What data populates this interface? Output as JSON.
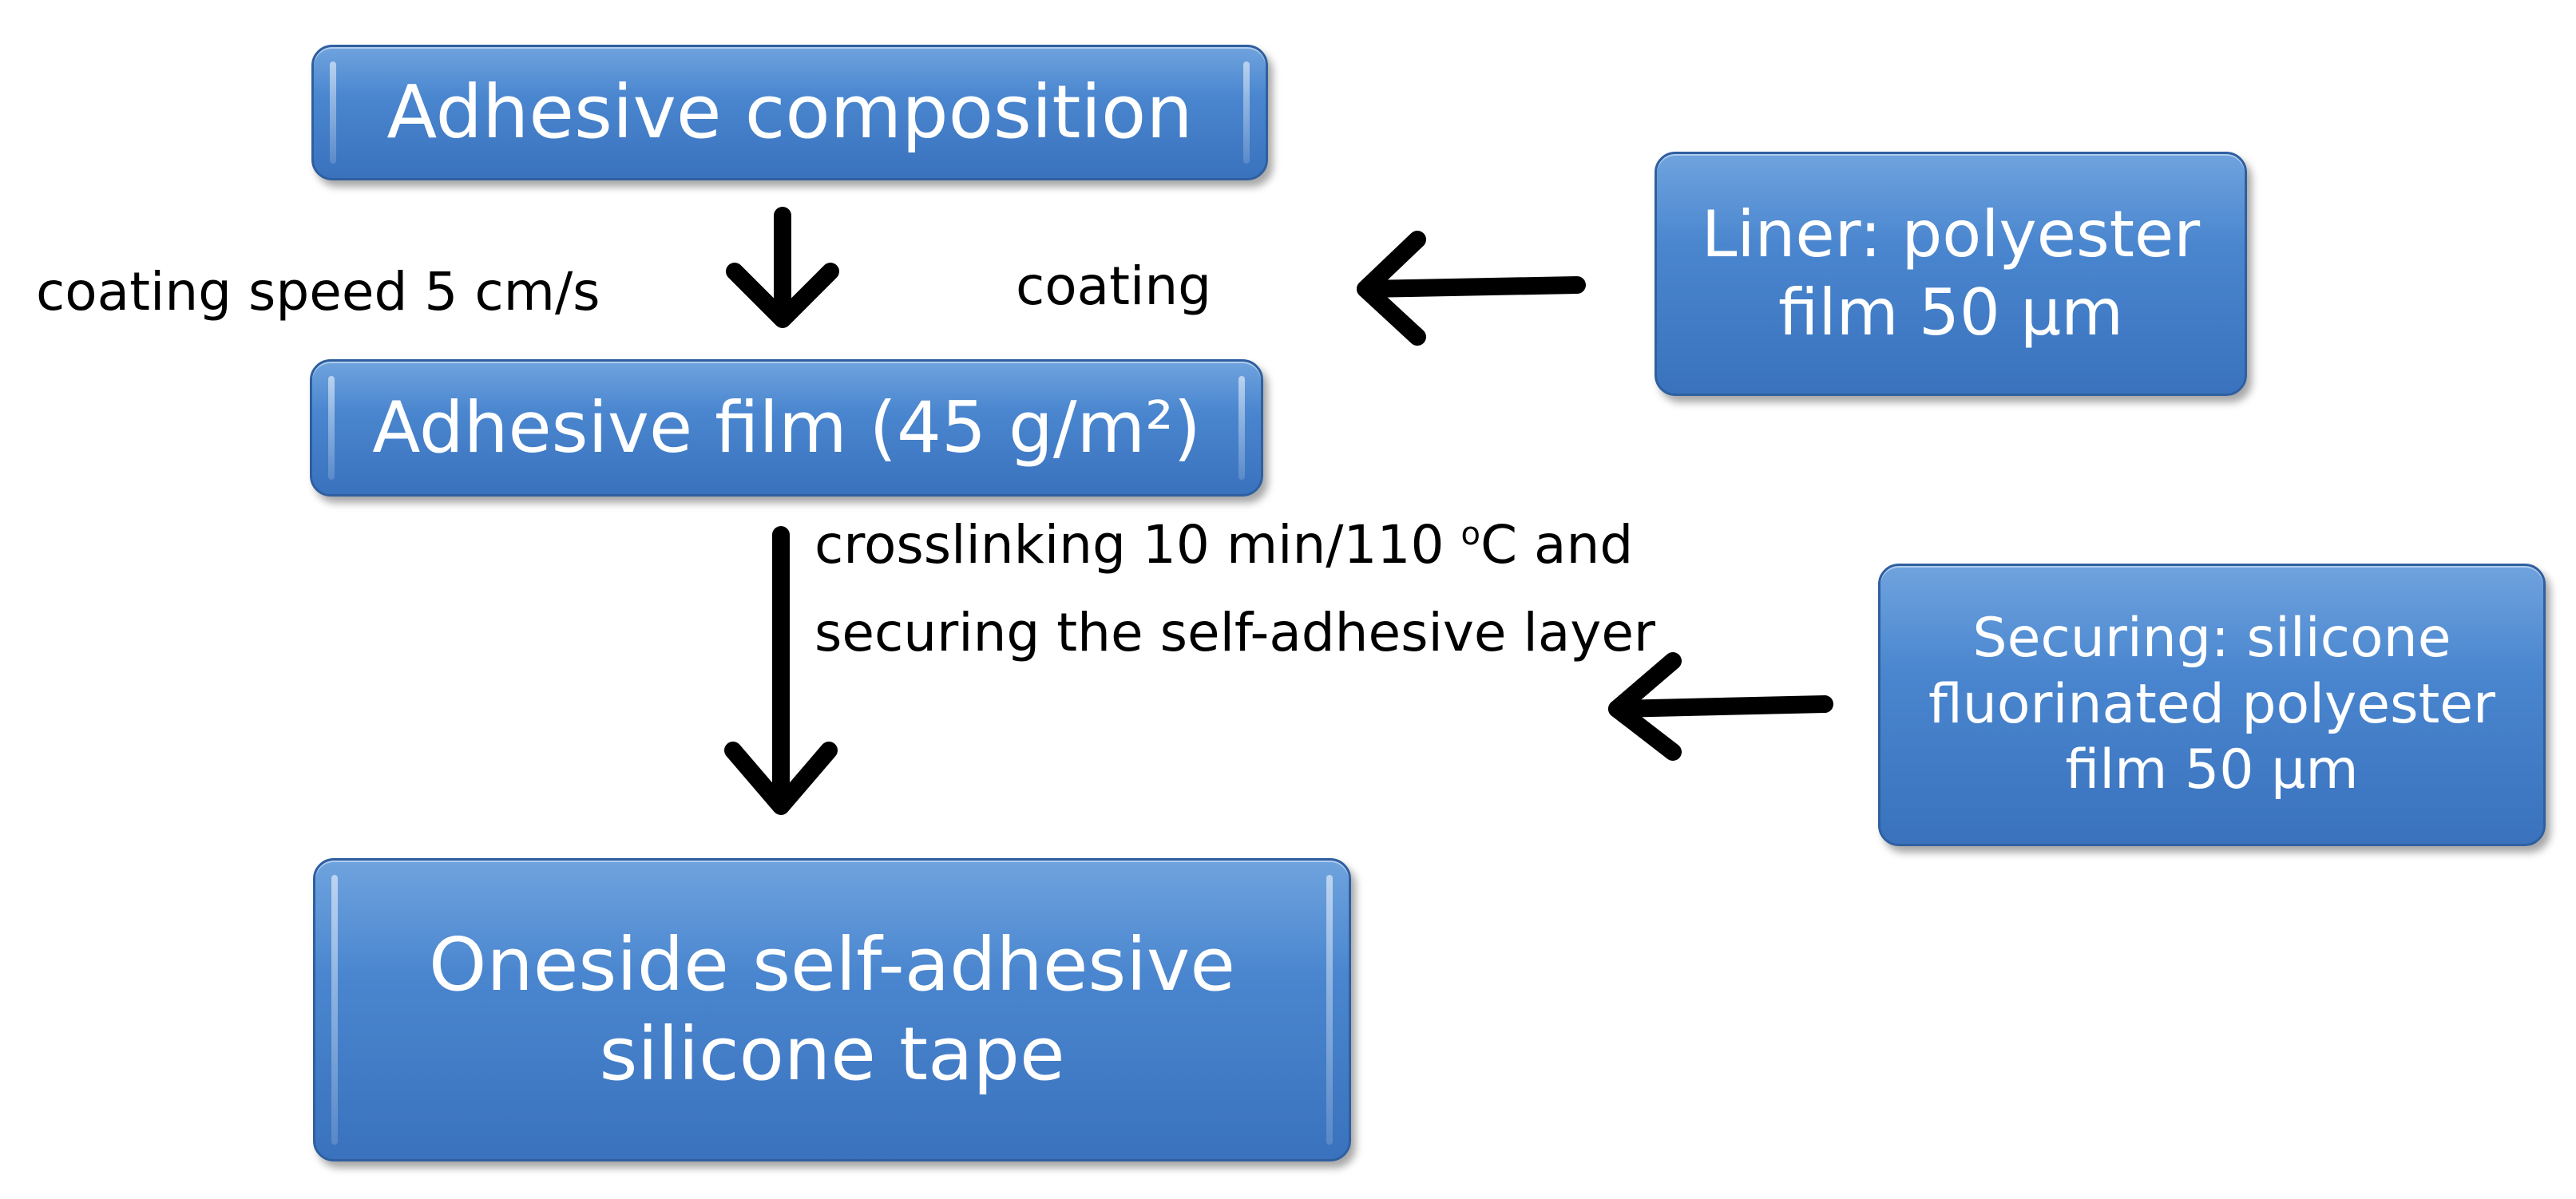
{
  "boxes": {
    "adhesive_composition": "Adhesive composition",
    "adhesive_film": "Adhesive film (45 g/m²)",
    "liner_line1": "Liner: polyester",
    "liner_line2": "film 50 µm",
    "securing_line1": "Securing: silicone",
    "securing_line2": "fluorinated polyester",
    "securing_line3": "film 50 µm",
    "tape_line1": "Oneside self-adhesive",
    "tape_line2": "silicone tape"
  },
  "labels": {
    "coating_speed": "coating speed 5 cm/s",
    "coating": "coating",
    "crosslinking_part1": "crosslinking 10 min/110 ",
    "crosslinking_sup": "o",
    "crosslinking_part2": "C and",
    "securing_layer": "securing the self-adhesive layer"
  },
  "colors": {
    "box_fill": "#4a86cf",
    "box_border": "#2f5f9f",
    "arrow": "#000000",
    "box_text": "#ffffff"
  }
}
